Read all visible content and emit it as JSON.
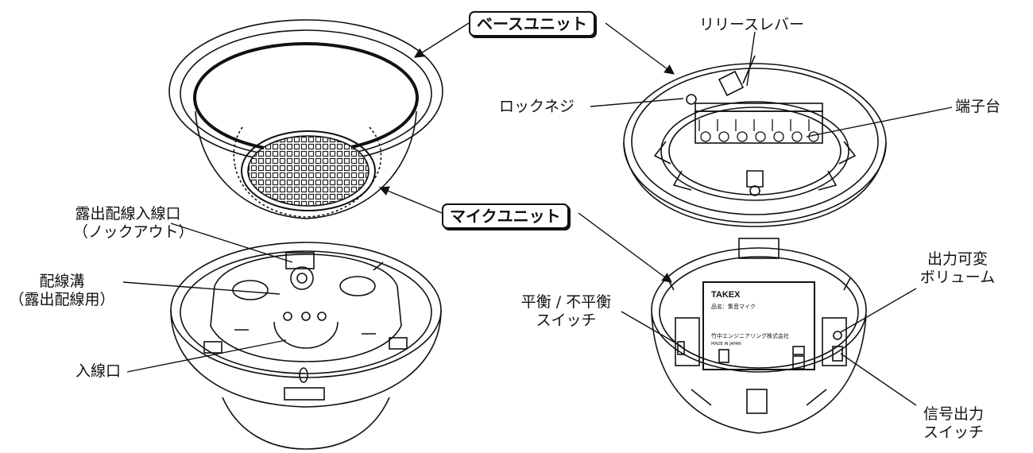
{
  "callouts": {
    "base_unit": "ベースユニット",
    "mic_unit": "マイクユニット"
  },
  "labels": {
    "release_lever": "リリースレバー",
    "lock_screw": "ロックネジ",
    "terminal_block": "端子台",
    "exposed_entry_line1": "露出配線入線口",
    "exposed_entry_line2": "（ノックアウト）",
    "wiring_groove_line1": "配線溝",
    "wiring_groove_line2": "（露出配線用）",
    "wire_inlet": "入線口",
    "balance_switch_line1": "平衡 / 不平衡",
    "balance_switch_line2": "スイッチ",
    "output_volume_line1": "出力可変",
    "output_volume_line2": "ボリューム",
    "signal_output_line1": "信号出力",
    "signal_output_line2": "スイッチ"
  },
  "device_label": {
    "brand": "TAKEX",
    "product": "品名：集音マイク",
    "maker": "竹中エンジニアリング株式会社",
    "origin": "MADE IN JAPAN"
  }
}
